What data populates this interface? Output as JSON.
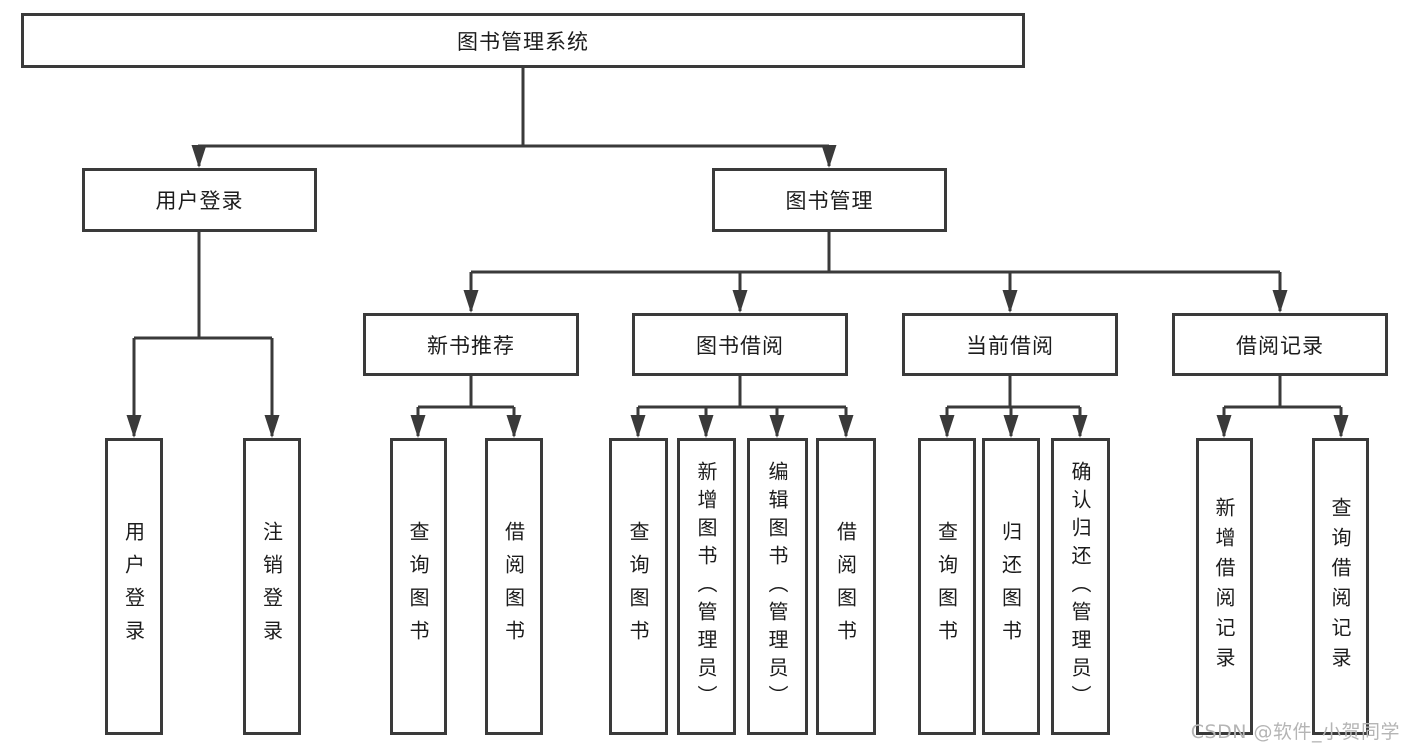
{
  "diagram": {
    "title": "图书管理系统",
    "type": "hierarchy",
    "nodes": {
      "root": {
        "label": "图书管理系统"
      },
      "l2": [
        {
          "label": "用户登录",
          "parent": "图书管理系统"
        },
        {
          "label": "图书管理",
          "parent": "图书管理系统"
        }
      ],
      "l3": [
        {
          "label": "新书推荐",
          "parent": "图书管理"
        },
        {
          "label": "图书借阅",
          "parent": "图书管理"
        },
        {
          "label": "当前借阅",
          "parent": "图书管理"
        },
        {
          "label": "借阅记录",
          "parent": "图书管理"
        }
      ],
      "leaves": [
        {
          "label": "用户登录",
          "parent": "用户登录"
        },
        {
          "label": "注销登录",
          "parent": "用户登录"
        },
        {
          "label": "查询图书",
          "parent": "新书推荐"
        },
        {
          "label": "借阅图书",
          "parent": "新书推荐"
        },
        {
          "label": "查询图书",
          "parent": "图书借阅"
        },
        {
          "label": "新增图书（管理员）",
          "parent": "图书借阅"
        },
        {
          "label": "编辑图书（管理员）",
          "parent": "图书借阅"
        },
        {
          "label": "借阅图书",
          "parent": "图书借阅"
        },
        {
          "label": "查询图书",
          "parent": "当前借阅"
        },
        {
          "label": "归还图书",
          "parent": "当前借阅"
        },
        {
          "label": "确认归还（管理员）",
          "parent": "当前借阅"
        },
        {
          "label": "新增借阅记录",
          "parent": "借阅记录"
        },
        {
          "label": "查询借阅记录",
          "parent": "借阅记录"
        }
      ]
    }
  },
  "watermark": {
    "text": "CSDN @软件_小贺同学"
  },
  "colors": {
    "background": "#ffffff",
    "line": "#3a3a3a",
    "box_border": "#3a3a3a",
    "text": "#1c1c1c",
    "watermark": "#b5b5b5"
  }
}
